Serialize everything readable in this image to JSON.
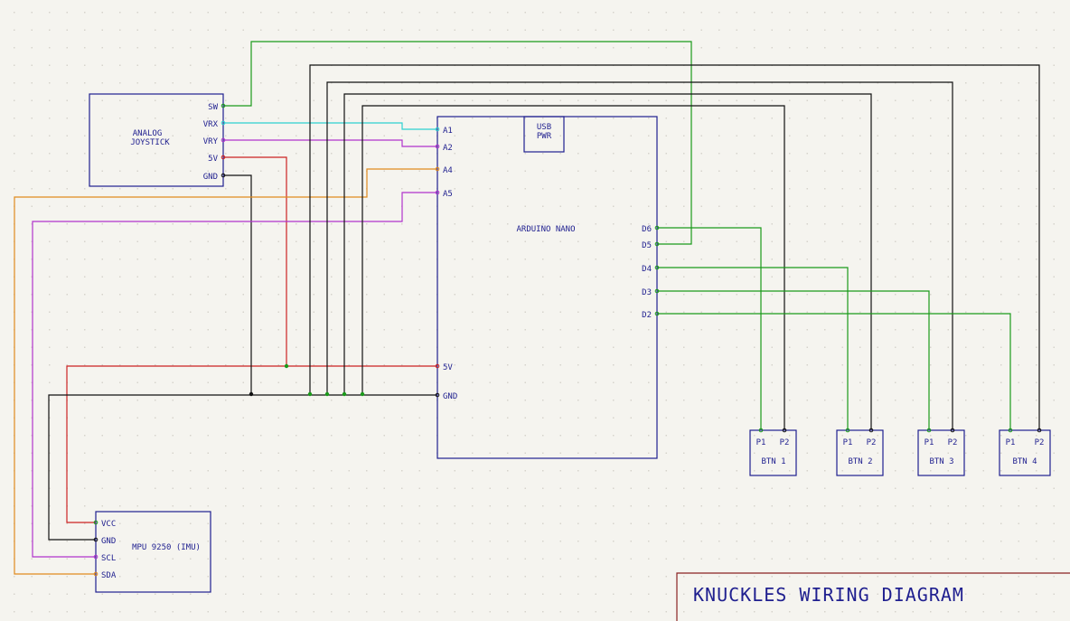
{
  "title": "KNUCKLES WIRING DIAGRAM",
  "colors": {
    "green": "#1a9a1a",
    "black": "#111111",
    "cyan": "#2fd1d1",
    "magenta": "#b033cc",
    "red": "#cc2222",
    "orange": "#e08a1e",
    "blue": "#1f1f8f",
    "title_border": "#8a2222"
  },
  "joystick": {
    "name_line1": "ANALOG",
    "name_line2": "JOYSTICK",
    "pins": [
      "SW",
      "VRX",
      "VRY",
      "5V",
      "GND"
    ]
  },
  "arduino": {
    "name": "ARDUINO NANO",
    "usb_line1": "USB",
    "usb_line2": "PWR",
    "left_pins": [
      "A1",
      "A2",
      "A4",
      "A5",
      "5V",
      "GND"
    ],
    "right_pins": [
      "D6",
      "D5",
      "D4",
      "D3",
      "D2"
    ]
  },
  "imu": {
    "name": "MPU 9250 (IMU)",
    "pins": [
      "VCC",
      "GND",
      "SCL",
      "SDA"
    ]
  },
  "buttons": [
    {
      "name": "BTN 1",
      "p1": "P1",
      "p2": "P2"
    },
    {
      "name": "BTN 2",
      "p1": "P1",
      "p2": "P2"
    },
    {
      "name": "BTN 3",
      "p1": "P1",
      "p2": "P2"
    },
    {
      "name": "BTN 4",
      "p1": "P1",
      "p2": "P2"
    }
  ]
}
